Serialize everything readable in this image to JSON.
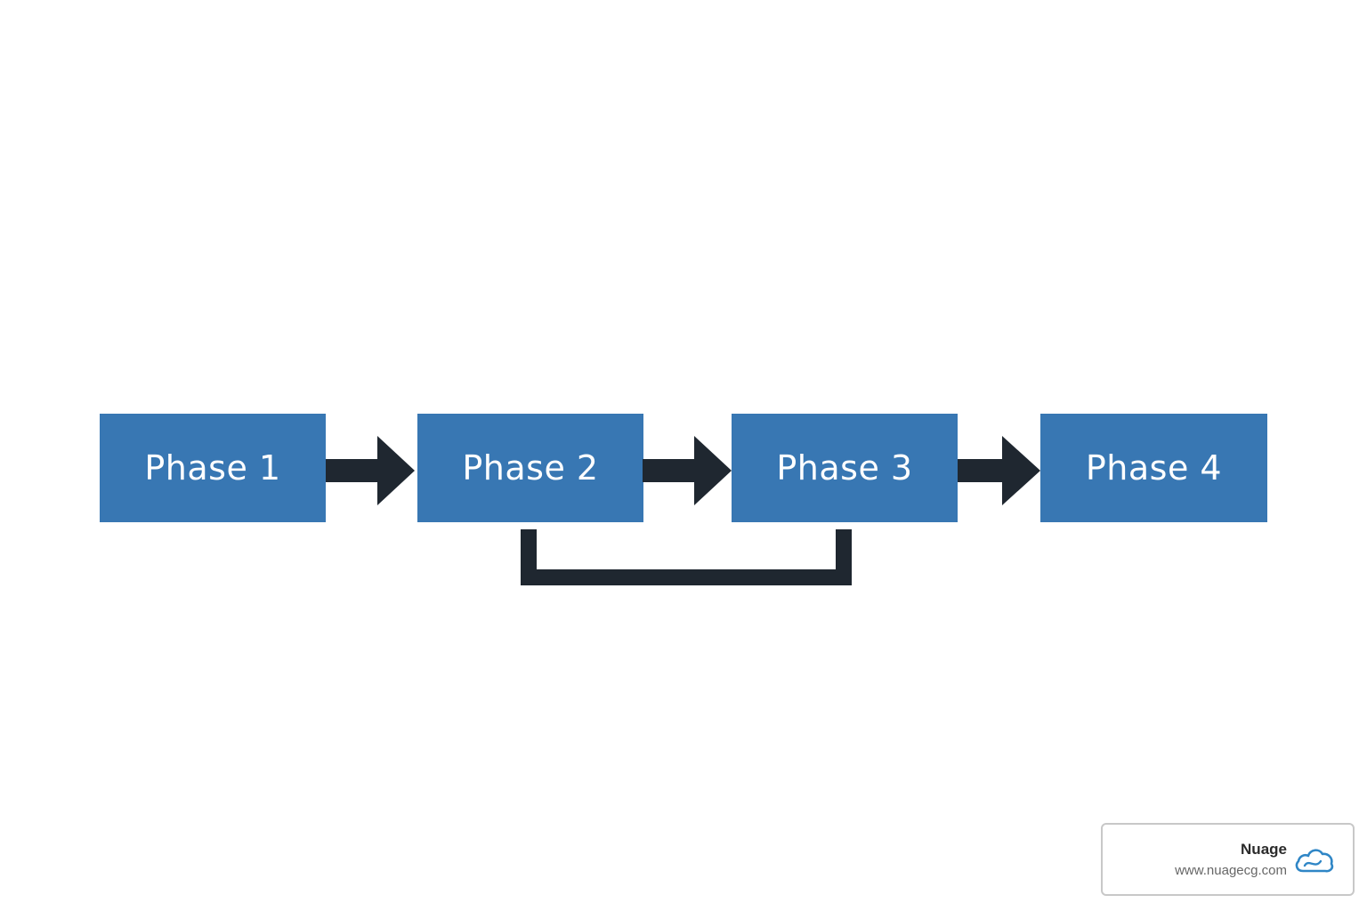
{
  "phases": [
    {
      "label": "Phase 1"
    },
    {
      "label": "Phase 2"
    },
    {
      "label": "Phase 3"
    },
    {
      "label": "Phase 4"
    }
  ],
  "connectors": {
    "forward_arrows": [
      "arrow-right-icon",
      "arrow-right-icon",
      "arrow-right-icon"
    ],
    "loop": "bracket-connector Phase 2 to Phase 3"
  },
  "brand": {
    "name": "Nuage",
    "url": "www.nuagecg.com",
    "icon": "cloud-icon"
  },
  "colors": {
    "phase_fill": "#3877b3",
    "phase_text": "#ffffff",
    "arrow": "#1f2730",
    "brand_icon": "#2f86c6"
  }
}
